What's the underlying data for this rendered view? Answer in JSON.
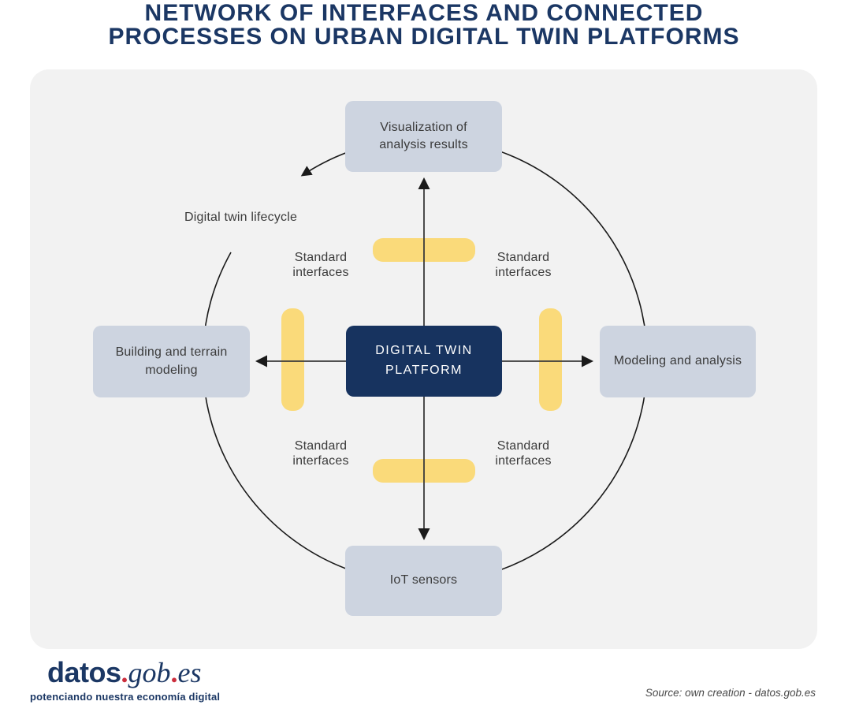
{
  "title": {
    "line1": "NETWORK OF INTERFACES AND CONNECTED",
    "line2": "PROCESSES ON URBAN DIGITAL TWIN PLATFORMS"
  },
  "diagram": {
    "center_node": "DIGITAL TWIN PLATFORM",
    "nodes": {
      "top": "Visualization of analysis results",
      "right": "Modeling and analysis",
      "bottom": "IoT sensors",
      "left": "Building and terrain modeling"
    },
    "lifecycle_label": "Digital twin lifecycle",
    "standard_interfaces": [
      "Standard interfaces",
      "Standard interfaces",
      "Standard interfaces",
      "Standard interfaces"
    ]
  },
  "footer": {
    "logo": {
      "part_datos": "datos",
      "dot": ".",
      "part_gob": "gob",
      "part_es": "es"
    },
    "tagline": "potenciando nuestra economía digital",
    "source": "Source: own creation - datos.gob.es"
  },
  "colors": {
    "title_navy": "#1b3764",
    "center_box_navy": "#17335f",
    "node_gray_blue": "#cdd4e0",
    "interface_yellow": "#fada7a",
    "canvas_gray": "#f2f2f2",
    "arrow_black": "#1a1a1a",
    "logo_dot_red": "#cc2e3d"
  }
}
